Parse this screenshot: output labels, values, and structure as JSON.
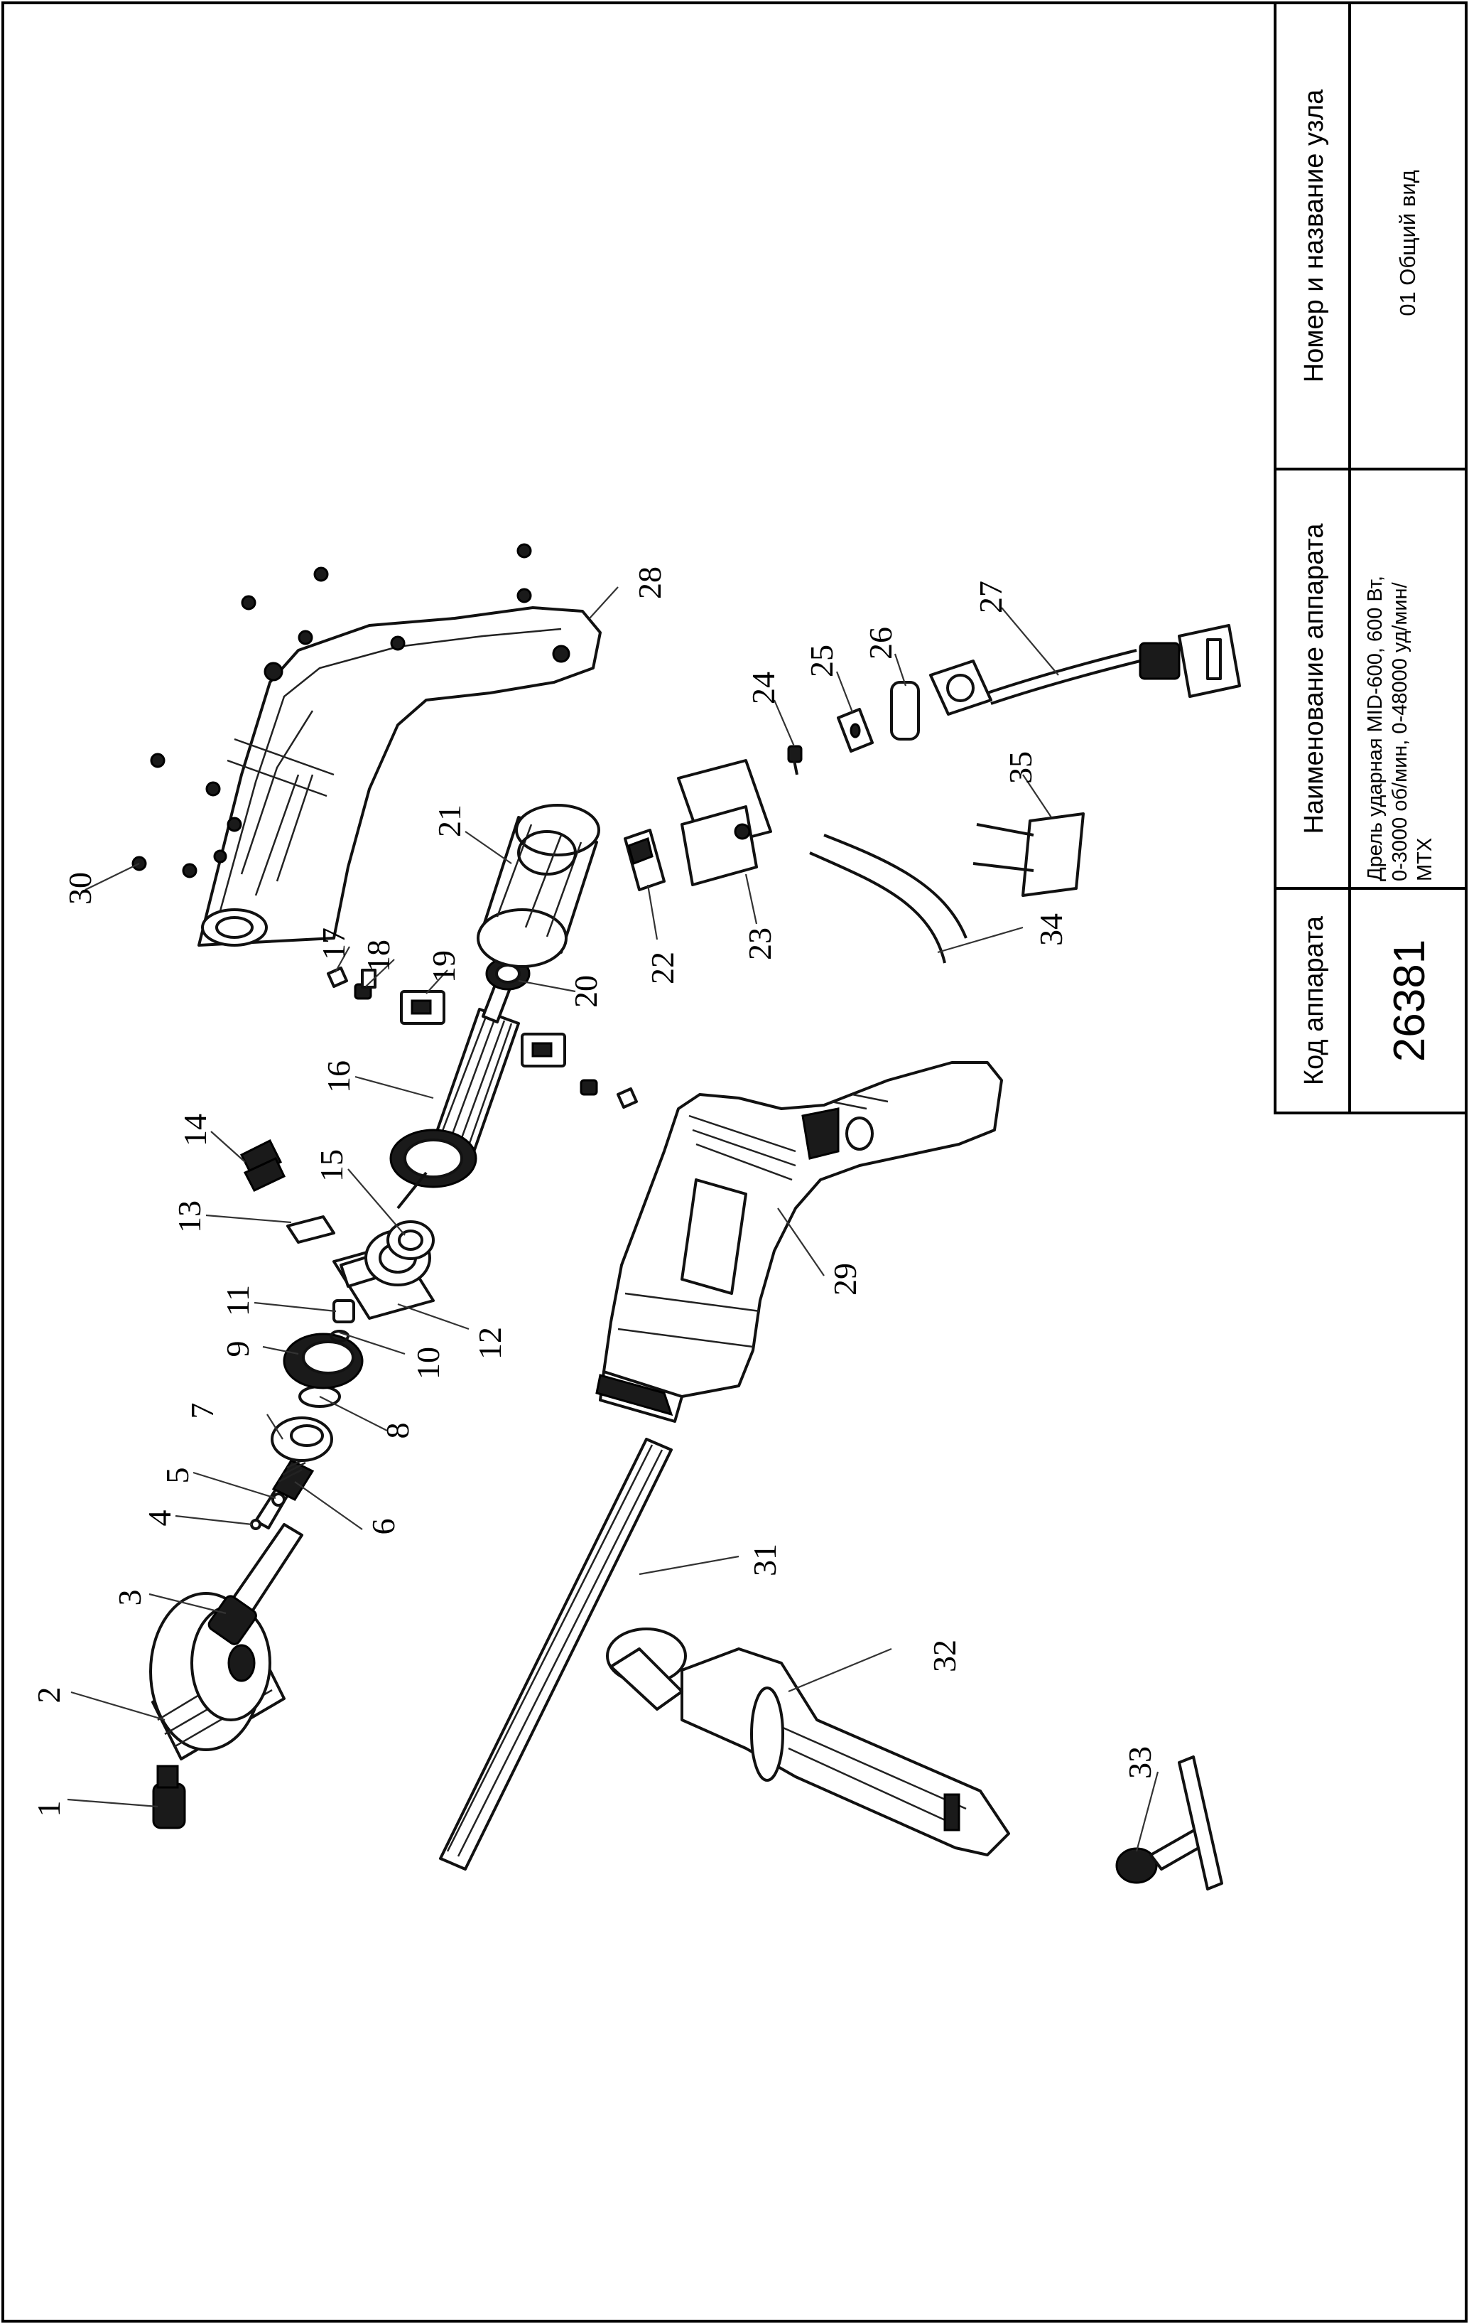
{
  "title_block": {
    "col_code_header": "Код аппарата",
    "col_name_header": "Наименование аппарата",
    "col_node_header": "Номер и название узла",
    "code_value": "26381",
    "name_line1": "Дрель ударная MID-600, 600 Вт,",
    "name_line2": "0-3000 об/мин, 0-48000 уд/мин/",
    "name_line3": "MTX",
    "node_value": "01 Общий вид"
  },
  "callouts": [
    {
      "n": "1"
    },
    {
      "n": "2"
    },
    {
      "n": "3"
    },
    {
      "n": "4"
    },
    {
      "n": "5"
    },
    {
      "n": "6"
    },
    {
      "n": "7"
    },
    {
      "n": "8"
    },
    {
      "n": "9"
    },
    {
      "n": "10"
    },
    {
      "n": "11"
    },
    {
      "n": "12"
    },
    {
      "n": "13"
    },
    {
      "n": "14"
    },
    {
      "n": "15"
    },
    {
      "n": "16"
    },
    {
      "n": "17"
    },
    {
      "n": "18"
    },
    {
      "n": "19"
    },
    {
      "n": "20"
    },
    {
      "n": "21"
    },
    {
      "n": "22"
    },
    {
      "n": "23"
    },
    {
      "n": "24"
    },
    {
      "n": "25"
    },
    {
      "n": "26"
    },
    {
      "n": "27"
    },
    {
      "n": "28"
    },
    {
      "n": "29"
    },
    {
      "n": "30"
    },
    {
      "n": "31"
    },
    {
      "n": "32"
    },
    {
      "n": "33"
    },
    {
      "n": "34"
    },
    {
      "n": "35"
    }
  ]
}
